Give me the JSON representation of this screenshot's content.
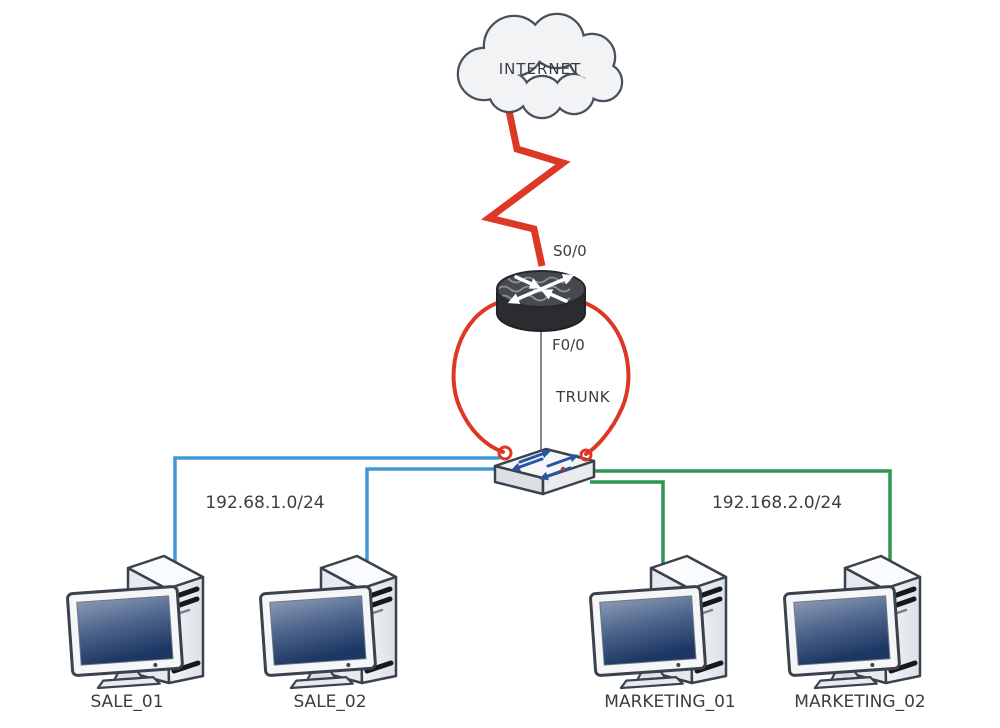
{
  "diagram": {
    "internet": {
      "label": "INTERNET"
    },
    "router": {
      "wan_interface_label": "S0/0",
      "lan_interface_label": "F0/0"
    },
    "trunk_label": "TRUNK",
    "subnets": {
      "sales": "192.68.1.0/24",
      "marketing": "192.168.2.0/24"
    },
    "computers": [
      {
        "label": "SALE_01"
      },
      {
        "label": "SALE_02"
      },
      {
        "label": "MARKETING_01"
      },
      {
        "label": "MARKETING_02"
      }
    ],
    "icons": {
      "cloud": "internet-cloud-icon",
      "router": "router-icon",
      "switch": "switch-icon",
      "pc": "desktop-computer-icon"
    },
    "colors": {
      "sales_link": "#4298d6",
      "marketing_link": "#2f9352",
      "wan_link": "#dd3726",
      "trunk_line": "#86898e"
    }
  }
}
